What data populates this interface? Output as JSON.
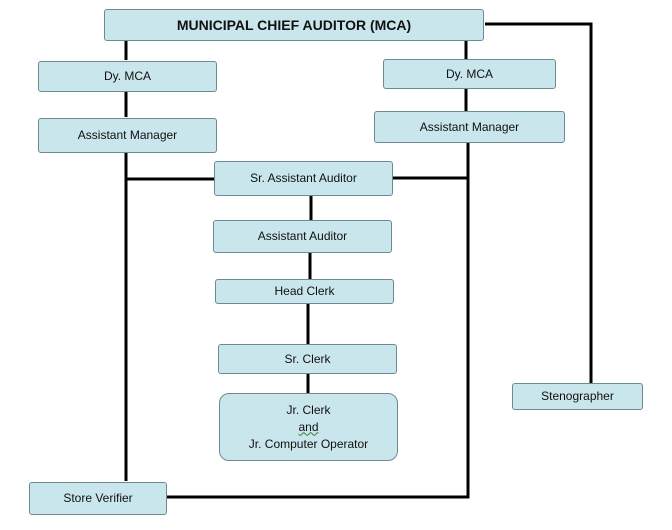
{
  "chart": {
    "title": "MUNICIPAL CHIEF AUDITOR (MCA)",
    "left_branch": {
      "deputy": "Dy. MCA",
      "manager": "Assistant Manager"
    },
    "right_branch": {
      "deputy": "Dy. MCA",
      "manager": "Assistant Manager"
    },
    "center_chain": {
      "sr_assistant_auditor": "Sr. Assistant Auditor",
      "assistant_auditor": "Assistant Auditor",
      "head_clerk": "Head Clerk",
      "sr_clerk": "Sr. Clerk",
      "jr_clerk": {
        "line1": "Jr. Clerk",
        "line2": "and",
        "line3": "Jr. Computer Operator"
      }
    },
    "stenographer": "Stenographer",
    "store_verifier": "Store Verifier"
  },
  "colors": {
    "box_fill": "#c9e6ec",
    "box_border": "#6e8a91",
    "connector": "#000000"
  }
}
